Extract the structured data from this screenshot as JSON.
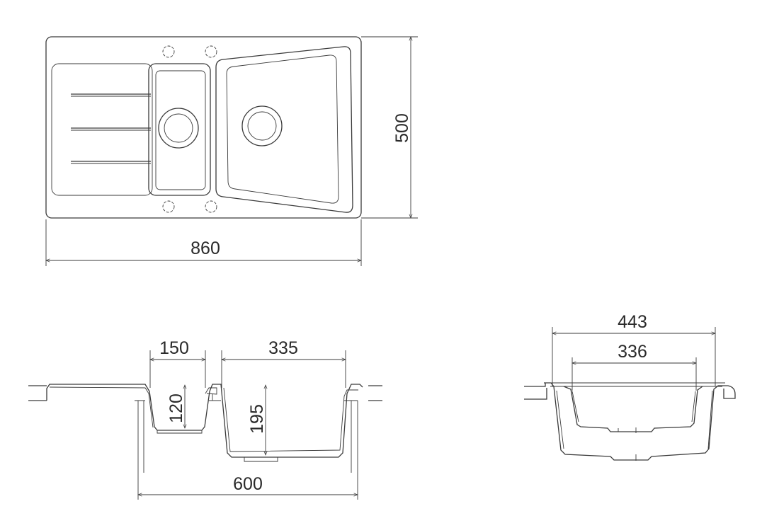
{
  "title": "Sink technical drawing",
  "colors": {
    "line": "#3a3a3a",
    "background": "#ffffff"
  },
  "top_view": {
    "width_label": "860",
    "depth_label": "500"
  },
  "front_section": {
    "small_bowl_width_label": "150",
    "large_bowl_width_label": "335",
    "small_bowl_depth_label": "120",
    "large_bowl_depth_label": "195",
    "cabinet_width_label": "600"
  },
  "side_section": {
    "outer_width_label": "443",
    "inner_width_label": "336"
  }
}
